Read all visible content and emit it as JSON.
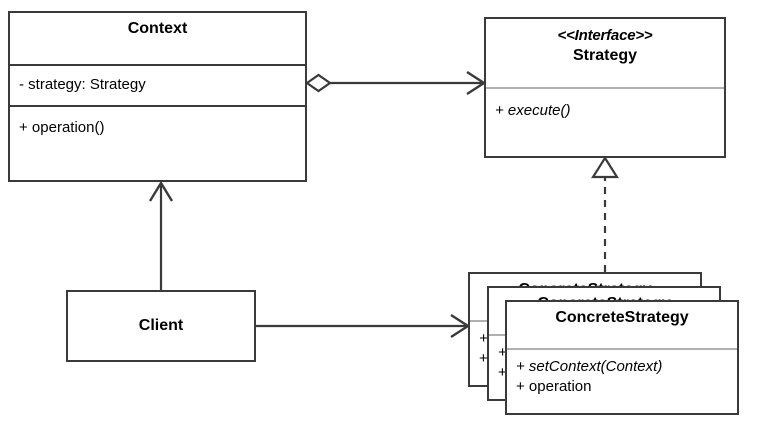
{
  "diagram": {
    "title": "Strategy Pattern UML Class Diagram",
    "type": "uml-class-diagram",
    "background_color": "#ffffff",
    "line_color": "#3a3a3a",
    "text_color": "#000000",
    "divider_light_color": "#b0b0b0"
  },
  "classes": {
    "context": {
      "name": "Context",
      "attributes": [
        "- strategy: Strategy"
      ],
      "operations": [
        "+ operation()"
      ]
    },
    "strategy": {
      "stereotype": "<<Interface>>",
      "name": "Strategy",
      "operations": [
        "+ execute()"
      ]
    },
    "client": {
      "name": "Client"
    },
    "concrete_strategy": {
      "name": "ConcreteStrategy",
      "operations": [
        "+ setContext(Context)",
        "+ operation"
      ],
      "stack_count": 3
    }
  },
  "relationships": [
    {
      "id": "context-strategy",
      "from": "Context",
      "to": "Strategy",
      "type": "aggregation",
      "source_decoration": "hollow-diamond",
      "target_decoration": "open-arrow"
    },
    {
      "id": "concrete-strategy-realization",
      "from": "ConcreteStrategy",
      "to": "Strategy",
      "type": "realization",
      "line_style": "dashed",
      "target_decoration": "hollow-triangle"
    },
    {
      "id": "client-context",
      "from": "Client",
      "to": "Context",
      "type": "association",
      "line_style": "solid",
      "target_decoration": "open-arrow"
    },
    {
      "id": "client-concrete-strategy",
      "from": "Client",
      "to": "ConcreteStrategy",
      "type": "association",
      "line_style": "solid",
      "target_decoration": "open-arrow"
    }
  ]
}
